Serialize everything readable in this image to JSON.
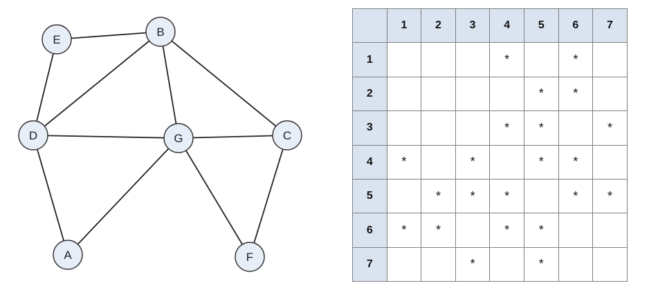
{
  "graph": {
    "colors": {
      "node_fill": "#e8eef8",
      "node_stroke": "#333333",
      "edge": "#222222"
    },
    "nodes": [
      {
        "id": "A",
        "label": "A"
      },
      {
        "id": "B",
        "label": "B"
      },
      {
        "id": "C",
        "label": "C"
      },
      {
        "id": "D",
        "label": "D"
      },
      {
        "id": "E",
        "label": "E"
      },
      {
        "id": "F",
        "label": "F"
      },
      {
        "id": "G",
        "label": "G"
      }
    ],
    "edges": [
      [
        "E",
        "B"
      ],
      [
        "E",
        "D"
      ],
      [
        "B",
        "D"
      ],
      [
        "B",
        "G"
      ],
      [
        "B",
        "C"
      ],
      [
        "D",
        "G"
      ],
      [
        "D",
        "A"
      ],
      [
        "G",
        "C"
      ],
      [
        "G",
        "A"
      ],
      [
        "G",
        "F"
      ],
      [
        "C",
        "F"
      ]
    ]
  },
  "matrix": {
    "colors": {
      "header_bg": "#dae3f0",
      "border": "#7f7f7f"
    },
    "corner": "",
    "col_headers": [
      "1",
      "2",
      "3",
      "4",
      "5",
      "6",
      "7"
    ],
    "rows": [
      {
        "header": "1",
        "cells": [
          "",
          "",
          "",
          "*",
          "",
          "*",
          ""
        ]
      },
      {
        "header": "2",
        "cells": [
          "",
          "",
          "",
          "",
          "*",
          "*",
          ""
        ]
      },
      {
        "header": "3",
        "cells": [
          "",
          "",
          "",
          "*",
          "*",
          "",
          "*"
        ]
      },
      {
        "header": "4",
        "cells": [
          "*",
          "",
          "*",
          "",
          "*",
          "*",
          ""
        ]
      },
      {
        "header": "5",
        "cells": [
          "",
          "*",
          "*",
          "*",
          "",
          "*",
          "*"
        ]
      },
      {
        "header": "6",
        "cells": [
          "*",
          "*",
          "",
          "*",
          "*",
          "",
          ""
        ]
      },
      {
        "header": "7",
        "cells": [
          "",
          "",
          "*",
          "",
          "*",
          "",
          ""
        ]
      }
    ]
  }
}
